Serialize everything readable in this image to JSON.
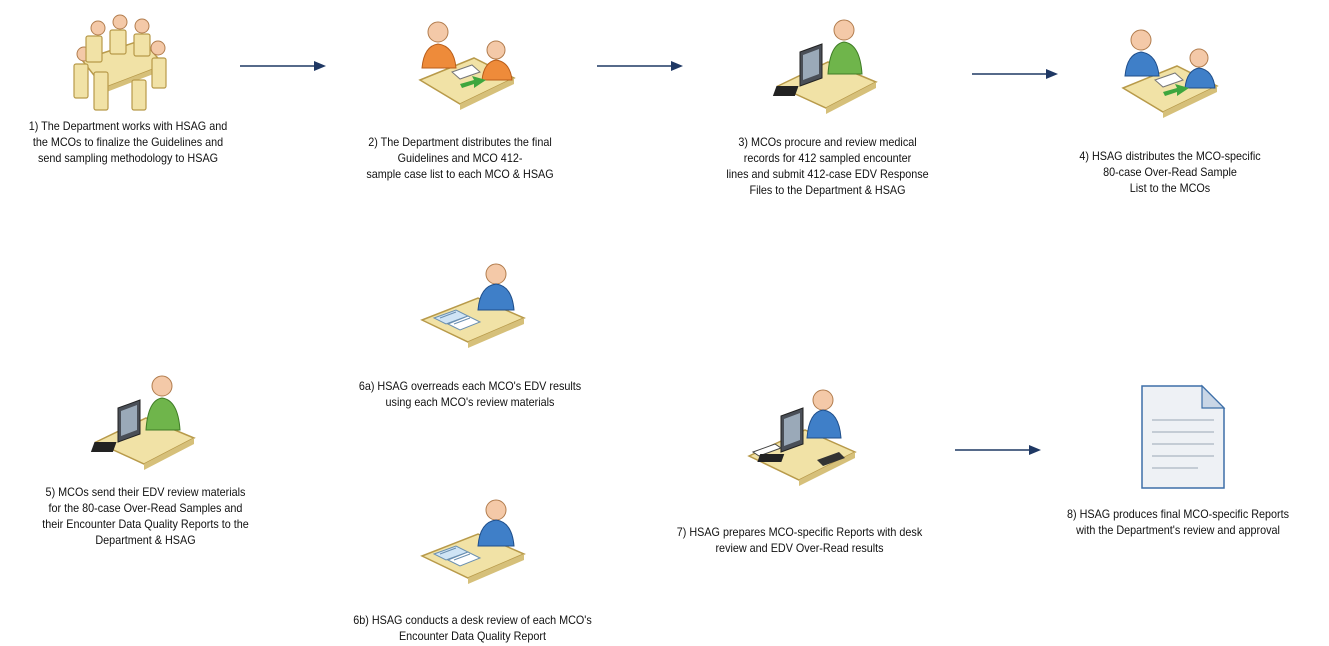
{
  "colors": {
    "arrow": "#1f3864",
    "desk": "#f1e2a6",
    "desk_edge": "#b89a4a",
    "person_blue": "#3f7fc8",
    "person_green": "#6fb54b",
    "person_orange": "#ee8b3a",
    "skin": "#f4c9a8"
  },
  "steps": [
    {
      "id": "1",
      "icon": "meeting-table-icon",
      "text": "1) The Department works with HSAG and\nthe MCOs to finalize the Guidelines and\nsend sampling methodology to HSAG"
    },
    {
      "id": "2",
      "icon": "handoff-orange-icon",
      "text": "2) The Department distributes the final\nGuidelines and MCO 412-\nsample case list to each MCO & HSAG"
    },
    {
      "id": "3",
      "icon": "computer-workstation-icon",
      "text": "3) MCOs procure and review medical\nrecords for 412 sampled encounter\nlines and submit 412-case EDV Response\nFiles to the Department & HSAG"
    },
    {
      "id": "4",
      "icon": "handoff-blue-icon",
      "text": "4) HSAG distributes the MCO-specific\n80-case Over-Read Sample\nList to the MCOs"
    },
    {
      "id": "5",
      "icon": "computer-workstation-icon",
      "text": "5) MCOs send their EDV review materials\nfor the 80-case Over-Read Samples and\ntheir Encounter Data Quality Reports to the\nDepartment & HSAG"
    },
    {
      "id": "6a",
      "icon": "desk-review-icon",
      "text": "6a) HSAG overreads each MCO's EDV results\nusing each MCO's review materials"
    },
    {
      "id": "6b",
      "icon": "desk-review-icon",
      "text": "6b) HSAG conducts a desk review of each MCO's\nEncounter Data Quality Report"
    },
    {
      "id": "7",
      "icon": "office-workstation-icon",
      "text": "7) HSAG prepares MCO-specific Reports with desk\nreview and EDV Over-Read results"
    },
    {
      "id": "8",
      "icon": "document-icon",
      "text": "8) HSAG produces final MCO-specific Reports\nwith the Department's review and approval"
    }
  ]
}
